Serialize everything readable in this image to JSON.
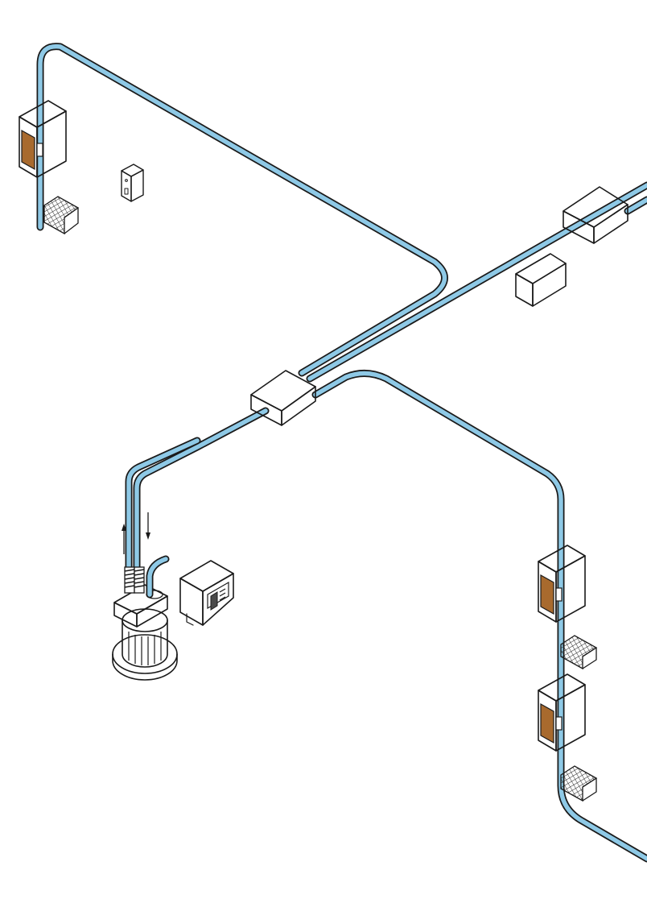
{
  "diagram": {
    "kind": "isometric-piping-layout",
    "colors": {
      "pipe": "#8ec9e6",
      "box_top": "#fbe6b5",
      "box_left": "#f2d69a",
      "box_right": "#f6dea8",
      "door": "#a86a2e",
      "pump": "#a4ecf2",
      "outline": "#1a1a1a"
    },
    "components": [
      {
        "id": "cabinet-top-left",
        "icon": "wall-cabinet-icon"
      },
      {
        "id": "small-switch-box",
        "icon": "switch-box-icon"
      },
      {
        "id": "mesh-basket-top-left",
        "icon": "mesh-basket-icon"
      },
      {
        "id": "junction-box-top-right",
        "icon": "junction-box-icon"
      },
      {
        "id": "spare-box",
        "icon": "box-icon"
      },
      {
        "id": "junction-box-center",
        "icon": "junction-box-icon"
      },
      {
        "id": "submersible-pump",
        "icon": "pump-icon"
      },
      {
        "id": "pump-control-panel",
        "icon": "control-panel-icon"
      },
      {
        "id": "cabinet-right-upper",
        "icon": "wall-cabinet-icon"
      },
      {
        "id": "mesh-basket-right-upper",
        "icon": "mesh-basket-icon"
      },
      {
        "id": "cabinet-right-lower",
        "icon": "wall-cabinet-icon"
      },
      {
        "id": "mesh-basket-right-lower",
        "icon": "mesh-basket-icon"
      }
    ],
    "flow_arrows": [
      "up",
      "down"
    ]
  }
}
